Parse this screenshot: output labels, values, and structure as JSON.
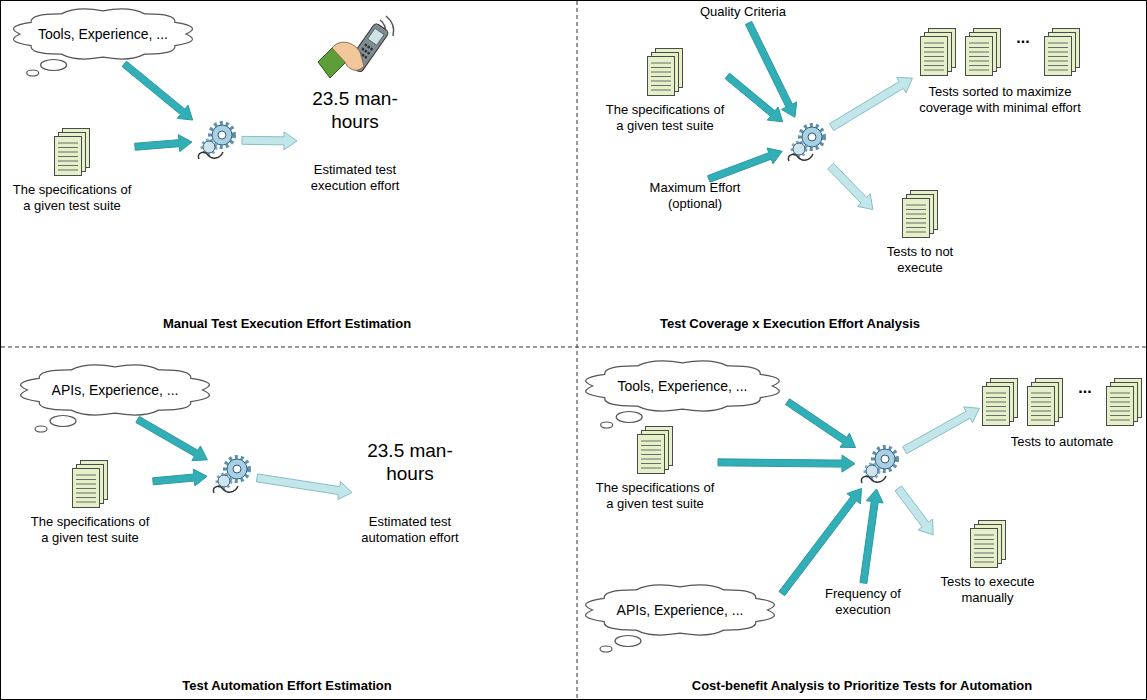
{
  "diagram": {
    "nodes": [
      {
        "text": [
          "Tools, Experience, ..."
        ]
      },
      {
        "text": [
          "The specifications of a given test suite"
        ]
      },
      {},
      {
        "text": [
          "23.5 man-hours",
          "Estimated test execution effort"
        ]
      },
      {
        "text": [
          "Quality Criteria"
        ]
      },
      {
        "text": [
          "The specifications of a given test suite"
        ]
      },
      {},
      {
        "text": [
          "Maximum Effort (optional)"
        ]
      },
      {
        "text": [
          "Tests sorted to maximize coverage with minimal effort"
        ]
      },
      {
        "text": [
          "Tests to not execute"
        ]
      },
      {
        "text": [
          "APIs, Experience, ..."
        ]
      },
      {
        "text": [
          "The specifications of a given test suite"
        ]
      },
      {},
      {
        "text": [
          "23.5 man-hours",
          "Estimated test automation effort"
        ]
      },
      {
        "text": [
          "Tools, Experience, ..."
        ]
      },
      {
        "text": [
          "The specifications of a given test suite"
        ]
      },
      {},
      {
        "text": [
          "APIs, Experience, ..."
        ]
      },
      {
        "text": [
          "Frequency of execution"
        ]
      },
      {
        "text": [
          "Tests to automate"
        ]
      },
      {
        "text": [
          "Tests to execute manually"
        ]
      }
    ],
    "edges": [
      {
        "from": 0,
        "to": 2,
        "arrow": "to"
      },
      {
        "from": 1,
        "to": 2,
        "arrow": "to"
      },
      {
        "from": 2,
        "to": 3,
        "arrow": "to"
      },
      {
        "from": 4,
        "to": 6,
        "arrow": "to"
      },
      {
        "from": 5,
        "to": 6,
        "arrow": "to"
      },
      {
        "from": 7,
        "to": 6,
        "arrow": "to"
      },
      {
        "from": 6,
        "to": 8,
        "arrow": "to"
      },
      {
        "from": 6,
        "to": 9,
        "arrow": "to"
      },
      {
        "from": 10,
        "to": 12,
        "arrow": "to"
      },
      {
        "from": 11,
        "to": 12,
        "arrow": "to"
      },
      {
        "from": 12,
        "to": 13,
        "arrow": "to"
      },
      {
        "from": 14,
        "to": 16,
        "arrow": "to"
      },
      {
        "from": 15,
        "to": 16,
        "arrow": "to"
      },
      {
        "from": 17,
        "to": 16,
        "arrow": "to"
      },
      {
        "from": 18,
        "to": 16,
        "arrow": "to"
      },
      {
        "from": 16,
        "to": 19,
        "arrow": "to"
      },
      {
        "from": 16,
        "to": 20,
        "arrow": "to"
      }
    ],
    "labels": [
      "Manual Test Execution Effort Estimation",
      "...",
      "Test Coverage x Execution Effort Analysis",
      "Test Automation Effort Estimation",
      "...",
      "Cost-benefit Analysis to Prioritize Tests for Automation"
    ]
  }
}
